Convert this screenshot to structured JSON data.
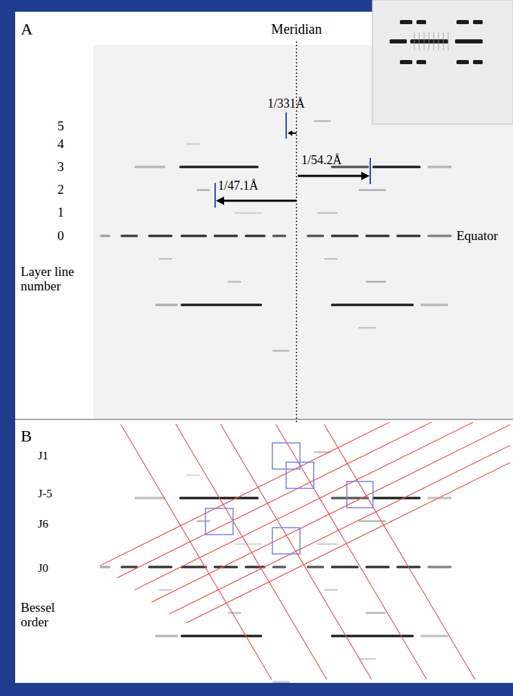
{
  "diagram": {
    "labels": [
      "A",
      "Meridian",
      "5",
      "4",
      "3",
      "2",
      "1",
      "0",
      "1/331Å",
      "1/54.2Å",
      "1/47.1Å",
      "Equator",
      "Layer line number",
      "B",
      "J1",
      "J-5",
      "J6",
      "J0",
      "Bessel order"
    ]
  }
}
